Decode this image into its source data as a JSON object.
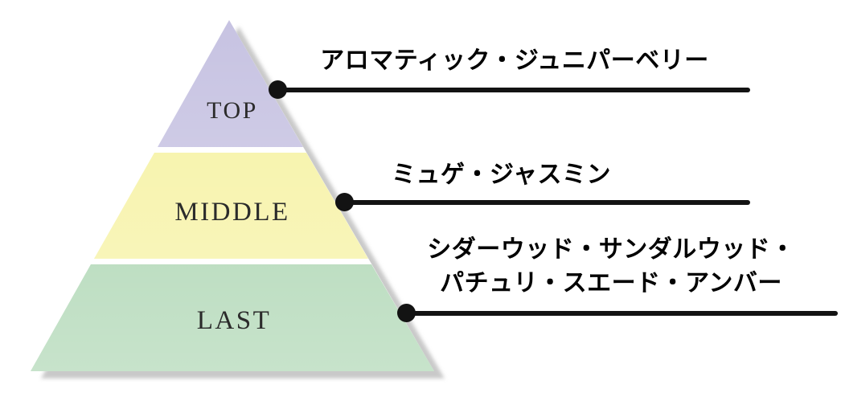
{
  "pyramid": {
    "tiers": [
      {
        "label": "TOP",
        "note": "アロマティック・ジュニパーベリー"
      },
      {
        "label": "MIDDLE",
        "note": "ミュゲ・ジャスミン"
      },
      {
        "label": "LAST",
        "note": "シダーウッド・サンダルウッド・\nパチュリ・スエード・アンバー"
      }
    ]
  },
  "colors": {
    "tier_top": "#c7c3e2",
    "tier_middle": "#f6f2a3",
    "tier_last": "#a9d4af",
    "shadow": "#c9c9c9",
    "callout_line": "#131313",
    "tier_label_text": "#2b2b2b",
    "note_text": "#000000"
  }
}
